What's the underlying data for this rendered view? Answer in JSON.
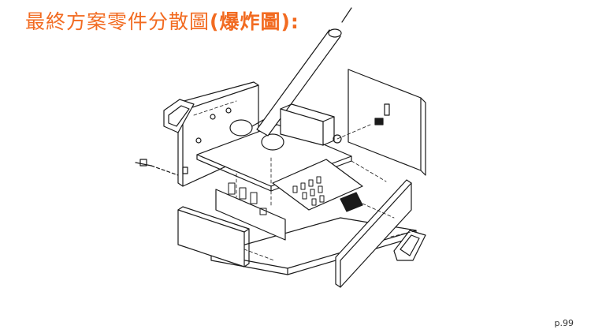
{
  "slide": {
    "title_main": "最終方案零件分散圖",
    "title_paren": "(爆炸圖):",
    "title_color": "#F26B21",
    "page_number": "p.99"
  },
  "illustration": {
    "icon": "exploded-view-drawing-icon",
    "line_color": "#1a1a1a"
  }
}
